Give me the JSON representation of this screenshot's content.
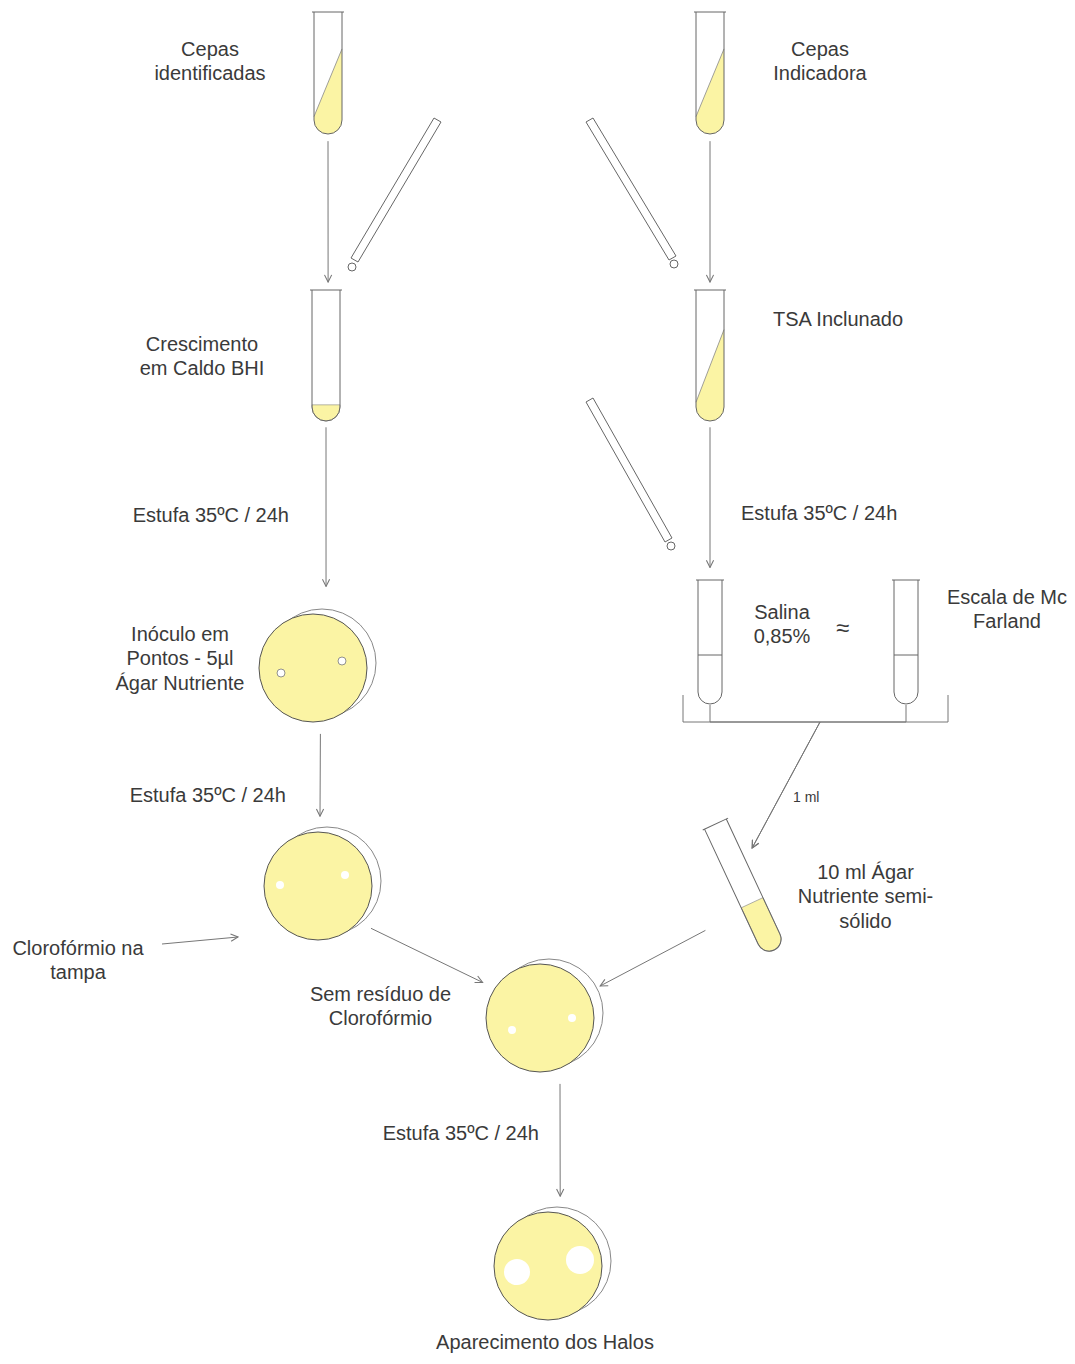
{
  "diagram": {
    "nodes": [
      {
        "text": [
          "Cepas identificadas"
        ]
      },
      {
        "text": [
          "Cepas Indicadora"
        ]
      },
      {
        "text": [
          "Crescimento em Caldo BHI"
        ]
      },
      {
        "text": [
          "TSA Inclunado"
        ]
      },
      {
        "text": [
          "Inóculo em Pontos - 5µl Ágar Nutriente"
        ]
      },
      {
        "text": [
          "Salina 0,85%"
        ]
      },
      {
        "text": [
          "Escala de Mc Farland"
        ]
      },
      {
        "text": [
          "10 ml Ágar Nutriente semi-sólido"
        ]
      },
      {
        "text": [
          "Clorofórmio na tampa"
        ]
      },
      {
        "text": [
          "Sem resíduo de Clorofórmio"
        ]
      },
      {
        "text": [
          "Aparecimento dos Halos"
        ]
      }
    ],
    "edges": [
      {
        "from": 0,
        "to": 2,
        "arrow": "to"
      },
      {
        "from": 1,
        "to": 3,
        "arrow": "to"
      },
      {
        "from": 2,
        "to": 4,
        "label": "Estufa 35ºC / 24h",
        "arrow": "to"
      },
      {
        "from": 3,
        "to": 5,
        "label": "Estufa 35ºC / 24h",
        "arrow": "to"
      },
      {
        "from": 4,
        "to": 8,
        "label": "Estufa 35ºC / 24h",
        "arrow": "to"
      },
      {
        "from": 5,
        "to": 7,
        "label": "1 ml",
        "arrow": "to"
      },
      {
        "from": 6,
        "to": 7,
        "arrow": "to"
      },
      {
        "from": 8,
        "to": 9,
        "arrow": "to"
      },
      {
        "from": 7,
        "to": 9,
        "arrow": "to"
      },
      {
        "from": 9,
        "to": 10,
        "label": "Estufa 35ºC / 24h",
        "arrow": "to"
      }
    ],
    "labels": [
      "≈"
    ]
  }
}
